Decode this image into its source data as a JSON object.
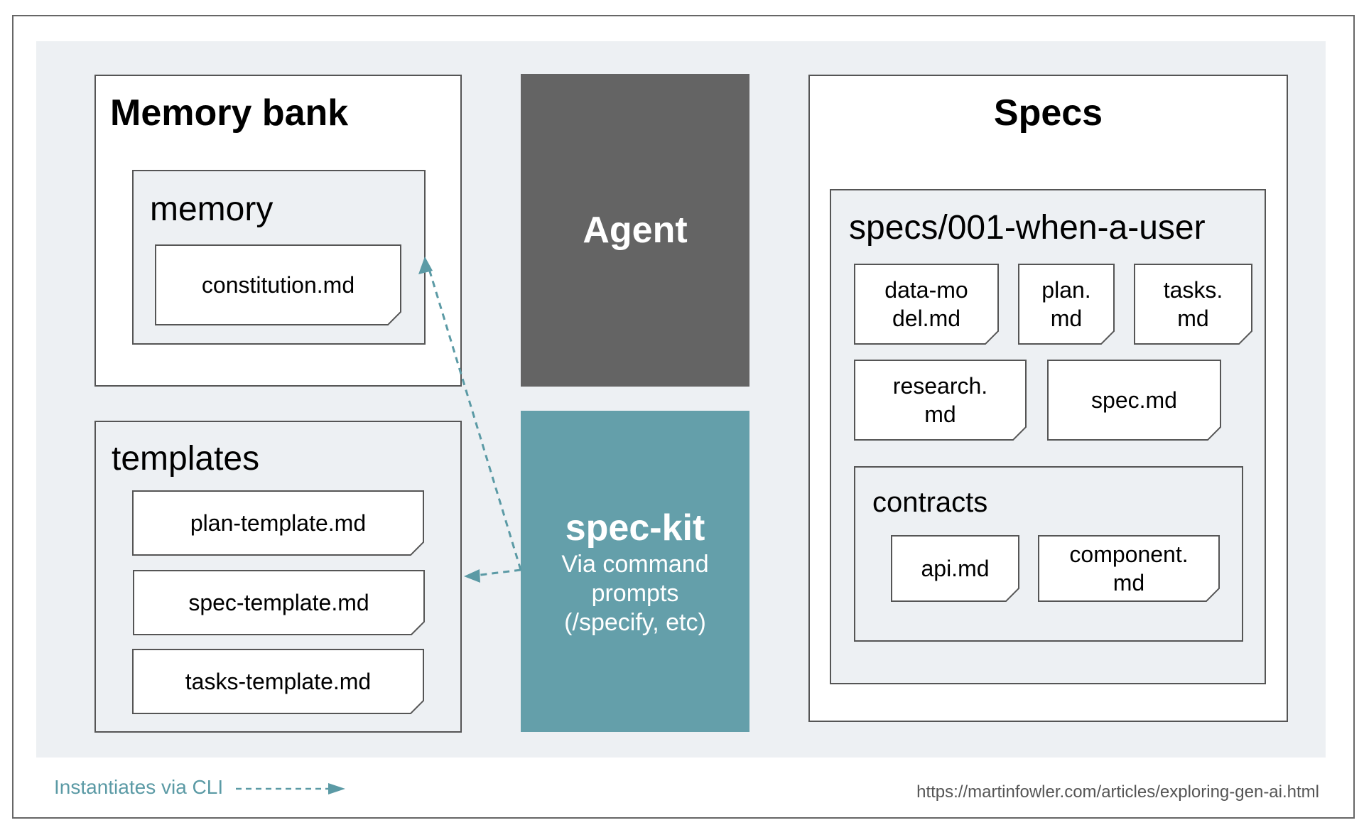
{
  "memory_bank": {
    "title": "Memory bank",
    "folder": "memory",
    "files": [
      "constitution.md"
    ]
  },
  "templates": {
    "title": "templates",
    "files": [
      "plan-template.md",
      "spec-template.md",
      "tasks-template.md"
    ]
  },
  "agent": {
    "label": "Agent"
  },
  "spec_kit": {
    "title": "spec-kit",
    "subtitle": "Via command\nprompts\n(/specify, etc)"
  },
  "specs": {
    "title": "Specs",
    "folder": "specs/001-when-a-user",
    "files": [
      "data-mo\ndel.md",
      "plan.\nmd",
      "tasks.\nmd",
      "research.\nmd",
      "spec.md"
    ],
    "contracts": {
      "title": "contracts",
      "files": [
        "api.md",
        "component.\nmd"
      ]
    }
  },
  "legend": {
    "label": "Instantiates via CLI"
  },
  "source": "https://martinfowler.com/articles/exploring-gen-ai.html",
  "colors": {
    "canvas": "#edf0f3",
    "agent": "#646464",
    "spec_kit": "#649faa",
    "arrow": "#5b9aa5",
    "border": "#555555"
  }
}
